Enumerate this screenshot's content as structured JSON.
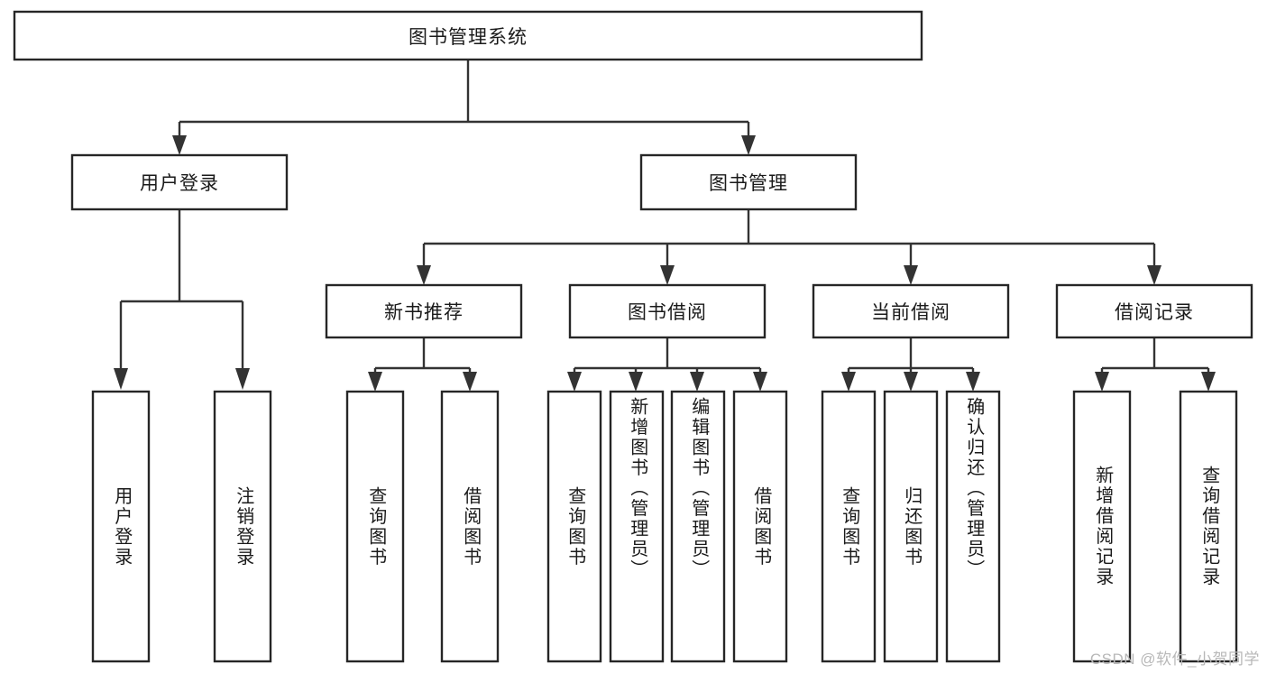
{
  "diagram": {
    "title": "图书管理系统",
    "type": "tree",
    "watermark": "CSDN @软件_小贺同学",
    "colors": {
      "box_fill": "#ffffff",
      "box_stroke": "#262626",
      "connector": "#333333",
      "text": "#1a1a1a",
      "watermark": "#b8b8b8"
    },
    "root": {
      "id": "root",
      "label": "图书管理系统",
      "orientation": "horizontal"
    },
    "level2": [
      {
        "id": "user-login",
        "label": "用户登录",
        "orientation": "horizontal"
      },
      {
        "id": "book-manage",
        "label": "图书管理",
        "orientation": "horizontal"
      }
    ],
    "level3": [
      {
        "id": "new-book-rec",
        "label": "新书推荐",
        "orientation": "horizontal",
        "parent": "book-manage"
      },
      {
        "id": "book-borrow",
        "label": "图书借阅",
        "orientation": "horizontal",
        "parent": "book-manage"
      },
      {
        "id": "current-borrow",
        "label": "当前借阅",
        "orientation": "horizontal",
        "parent": "book-manage"
      },
      {
        "id": "borrow-record",
        "label": "借阅记录",
        "orientation": "horizontal",
        "parent": "book-manage"
      }
    ],
    "leaves": [
      {
        "id": "leaf-user-login",
        "label": "用户登录",
        "orientation": "vertical",
        "parent": "user-login"
      },
      {
        "id": "leaf-user-logout",
        "label": "注销登录",
        "orientation": "vertical",
        "parent": "user-login"
      },
      {
        "id": "leaf-query-book-rec",
        "label": "查询图书",
        "orientation": "vertical",
        "parent": "new-book-rec"
      },
      {
        "id": "leaf-borrow-book-rec",
        "label": "借阅图书",
        "orientation": "vertical",
        "parent": "new-book-rec"
      },
      {
        "id": "leaf-query-book-borrow",
        "label": "查询图书",
        "orientation": "vertical",
        "parent": "book-borrow"
      },
      {
        "id": "leaf-add-book",
        "label": "新增图书（管理员）",
        "orientation": "vertical",
        "parent": "book-borrow"
      },
      {
        "id": "leaf-edit-book",
        "label": "编辑图书（管理员）",
        "orientation": "vertical",
        "parent": "book-borrow"
      },
      {
        "id": "leaf-borrow-book",
        "label": "借阅图书",
        "orientation": "vertical",
        "parent": "book-borrow"
      },
      {
        "id": "leaf-query-book-current",
        "label": "查询图书",
        "orientation": "vertical",
        "parent": "current-borrow"
      },
      {
        "id": "leaf-return-book",
        "label": "归还图书",
        "orientation": "vertical",
        "parent": "current-borrow"
      },
      {
        "id": "leaf-confirm-return",
        "label": "确认归还（管理员）",
        "orientation": "vertical",
        "parent": "current-borrow"
      },
      {
        "id": "leaf-add-record",
        "label": "新增借阅记录",
        "orientation": "vertical",
        "parent": "borrow-record"
      },
      {
        "id": "leaf-query-record",
        "label": "查询借阅记录",
        "orientation": "vertical",
        "parent": "borrow-record"
      }
    ]
  }
}
